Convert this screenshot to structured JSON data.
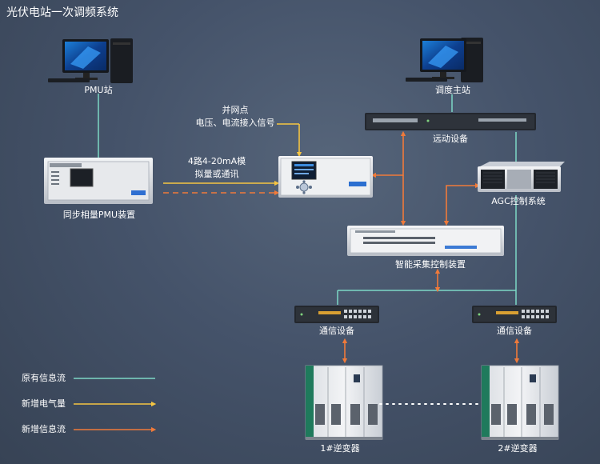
{
  "title": "光伏电站一次调频系统",
  "nodes": {
    "pmu_station": "PMU站",
    "dispatch_station": "调度主站",
    "grid_point_line1": "并网点",
    "grid_point_line2": "电压、电流接入信号",
    "analog_line1": "4路4-20mA模",
    "analog_line2": "拟量或通讯",
    "remote_device": "远动设备",
    "agc_system": "AGC控制系统",
    "pmu_device": "同步相量PMU装置",
    "smart_controller": "智能采集控制装置",
    "comm_device_1": "通信设备",
    "comm_device_2": "通信设备",
    "inverter_1": "1#逆变器",
    "inverter_2": "2#逆变器"
  },
  "legend": [
    {
      "label": "原有信息流",
      "color": "#7dd8c6"
    },
    {
      "label": "新增电气量",
      "color": "#f5c542"
    },
    {
      "label": "新增信息流",
      "color": "#f07a3a"
    }
  ],
  "colors": {
    "original_flow": "#7dd8c6",
    "new_electrical": "#f5c542",
    "new_info": "#f07a3a"
  }
}
